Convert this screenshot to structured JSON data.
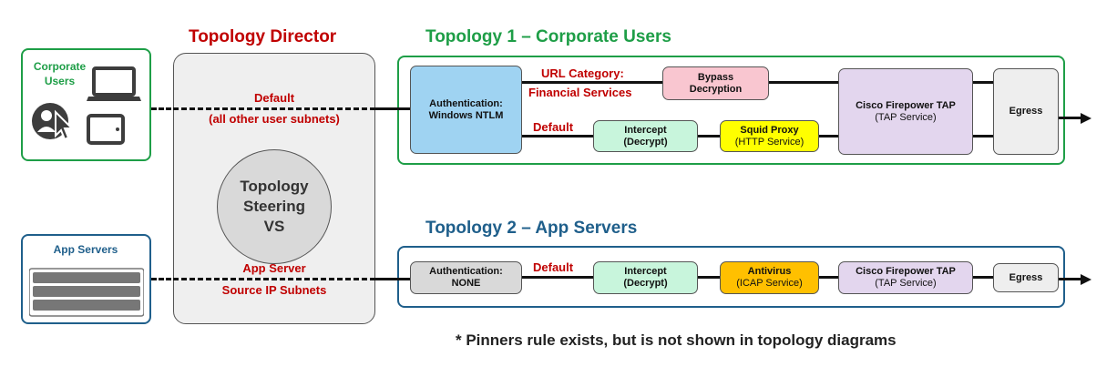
{
  "director": {
    "title": "Topology Director",
    "steering_line1": "Topology",
    "steering_line2": "Steering",
    "steering_line3": "VS"
  },
  "sources": {
    "corporate_users": {
      "line1": "Corporate",
      "line2": "Users"
    },
    "app_servers": "App Servers"
  },
  "rules": {
    "default_line1": "Default",
    "default_line2": "(all other user subnets)",
    "app_line1": "App Server",
    "app_line2": "Source IP Subnets"
  },
  "topology1": {
    "title": "Topology 1 – Corporate Users",
    "auth_line1": "Authentication:",
    "auth_line2": "Windows NTLM",
    "url_cat_line1": "URL Category:",
    "url_cat_line2": "Financial Services",
    "default_label": "Default",
    "bypass_line1": "Bypass",
    "bypass_line2": "Decryption",
    "intercept_line1": "Intercept",
    "intercept_line2": "(Decrypt)",
    "squid_line1": "Squid Proxy",
    "squid_line2": "(HTTP Service)",
    "tap_line1": "Cisco Firepower TAP",
    "tap_line2": "(TAP Service)",
    "egress": "Egress"
  },
  "topology2": {
    "title": "Topology 2 – App Servers",
    "auth_line1": "Authentication:",
    "auth_line2": "NONE",
    "default_label": "Default",
    "intercept_line1": "Intercept",
    "intercept_line2": "(Decrypt)",
    "av_line1": "Antivirus",
    "av_line2": "(ICAP Service)",
    "tap_line1": "Cisco Firepower TAP",
    "tap_line2": "(TAP Service)",
    "egress": "Egress"
  },
  "footnote": "* Pinners rule exists, but is not shown in topology diagrams",
  "colors": {
    "green": "#1e9e47",
    "blue": "#1f5f8b",
    "red": "#c00000",
    "auth1": "#9fd3f2",
    "bypass": "#f9c6d0",
    "intercept": "#c8f5dc",
    "squid": "#ffff00",
    "tap": "#e3d6ee",
    "egress": "#eeeeee",
    "antivirus": "#ffc000",
    "director_bg": "#efefef"
  },
  "icons": [
    "laptop-icon",
    "user-pointer-icon",
    "tablet-icon",
    "server-rack-icon",
    "arrow-right-icon"
  ]
}
